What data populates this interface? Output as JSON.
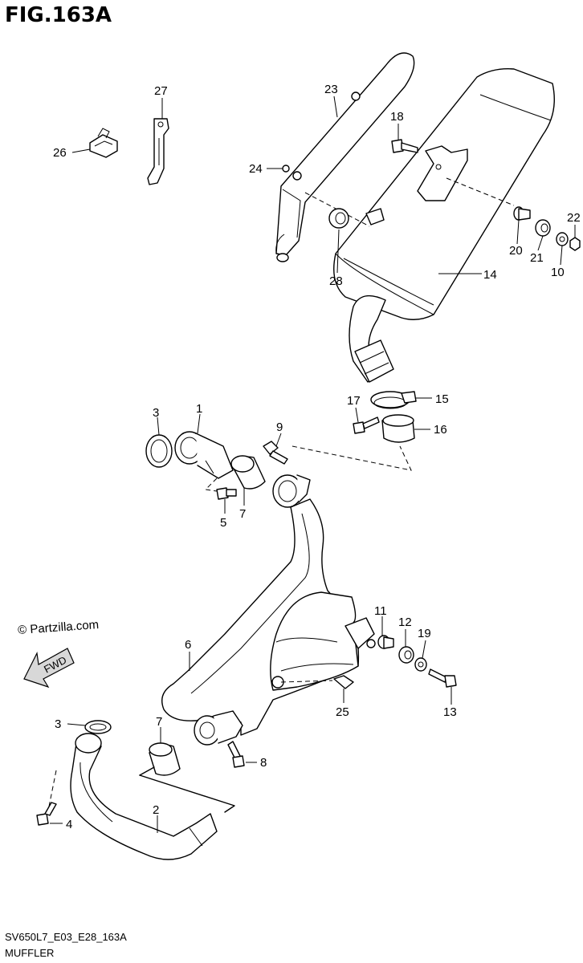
{
  "figure": {
    "title": "FIG.163A",
    "code": "SV650L7_E03_E28_163A",
    "caption": "MUFFLER",
    "watermark": "© Partzilla.com",
    "direction_label": "FWD"
  },
  "callouts": [
    {
      "id": "c1",
      "label": "1"
    },
    {
      "id": "c2",
      "label": "2"
    },
    {
      "id": "c3a",
      "label": "3"
    },
    {
      "id": "c3b",
      "label": "3"
    },
    {
      "id": "c4",
      "label": "4"
    },
    {
      "id": "c5",
      "label": "5"
    },
    {
      "id": "c6",
      "label": "6"
    },
    {
      "id": "c7a",
      "label": "7"
    },
    {
      "id": "c7b",
      "label": "7"
    },
    {
      "id": "c8",
      "label": "8"
    },
    {
      "id": "c9",
      "label": "9"
    },
    {
      "id": "c10",
      "label": "10"
    },
    {
      "id": "c11",
      "label": "11"
    },
    {
      "id": "c12",
      "label": "12"
    },
    {
      "id": "c13",
      "label": "13"
    },
    {
      "id": "c14",
      "label": "14"
    },
    {
      "id": "c15",
      "label": "15"
    },
    {
      "id": "c16",
      "label": "16"
    },
    {
      "id": "c17",
      "label": "17"
    },
    {
      "id": "c18",
      "label": "18"
    },
    {
      "id": "c19",
      "label": "19"
    },
    {
      "id": "c20",
      "label": "20"
    },
    {
      "id": "c21",
      "label": "21"
    },
    {
      "id": "c22",
      "label": "22"
    },
    {
      "id": "c23",
      "label": "23"
    },
    {
      "id": "c24",
      "label": "24"
    },
    {
      "id": "c25",
      "label": "25"
    },
    {
      "id": "c26",
      "label": "26"
    },
    {
      "id": "c27",
      "label": "27"
    },
    {
      "id": "c28",
      "label": "28"
    }
  ]
}
